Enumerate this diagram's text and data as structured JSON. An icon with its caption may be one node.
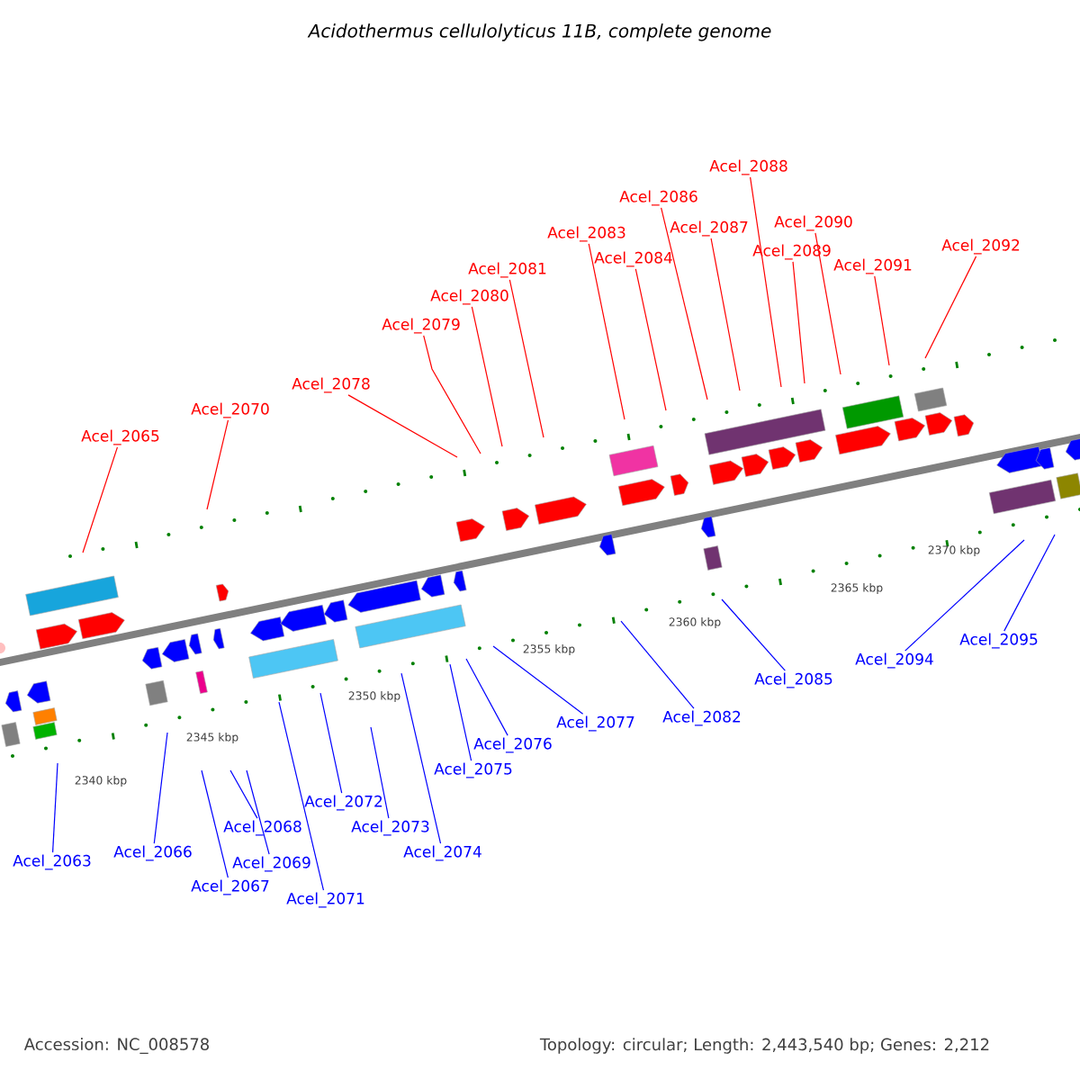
{
  "diagram": {
    "title": "Acidothermus cellulolyticus 11B, complete genome",
    "nodes": [
      {
        "text": [
          "Acel_2065"
        ]
      },
      {
        "text": [
          "Acel_2070"
        ]
      },
      {
        "text": [
          "Acel_2078"
        ]
      },
      {
        "text": [
          "Acel_2079"
        ]
      },
      {
        "text": [
          "Acel_2080"
        ]
      },
      {
        "text": [
          "Acel_2081"
        ]
      },
      {
        "text": [
          "Acel_2083"
        ]
      },
      {
        "text": [
          "Acel_2084"
        ]
      },
      {
        "text": [
          "Acel_2086"
        ]
      },
      {
        "text": [
          "Acel_2087"
        ]
      },
      {
        "text": [
          "Acel_2088"
        ]
      },
      {
        "text": [
          "Acel_2089"
        ]
      },
      {
        "text": [
          "Acel_2090"
        ]
      },
      {
        "text": [
          "Acel_2091"
        ]
      },
      {
        "text": [
          "Acel_2092"
        ]
      },
      {
        "text": [
          "Acel_2063"
        ]
      },
      {
        "text": [
          "Acel_2066"
        ]
      },
      {
        "text": [
          "Acel_2067"
        ]
      },
      {
        "text": [
          "Acel_2068"
        ]
      },
      {
        "text": [
          "Acel_2069"
        ]
      },
      {
        "text": [
          "Acel_2071"
        ]
      },
      {
        "text": [
          "Acel_2072"
        ]
      },
      {
        "text": [
          "Acel_2073"
        ]
      },
      {
        "text": [
          "Acel_2074"
        ]
      },
      {
        "text": [
          "Acel_2075"
        ]
      },
      {
        "text": [
          "Acel_2076"
        ]
      },
      {
        "text": [
          "Acel_2077"
        ]
      },
      {
        "text": [
          "Acel_2082"
        ]
      },
      {
        "text": [
          "Acel_2085"
        ]
      },
      {
        "text": [
          "Acel_2094"
        ]
      },
      {
        "text": [
          "Acel_2095"
        ]
      }
    ],
    "edges": [
      {
        "from": 0,
        "to": null,
        "arrow": "none",
        "color": "#ff0000"
      },
      {
        "from": 1,
        "to": null,
        "arrow": "none",
        "color": "#ff0000"
      },
      {
        "from": 2,
        "to": null,
        "arrow": "none",
        "color": "#ff0000"
      },
      {
        "from": 3,
        "to": null,
        "arrow": "none",
        "color": "#ff0000"
      },
      {
        "from": 4,
        "to": null,
        "arrow": "none",
        "color": "#ff0000"
      },
      {
        "from": 5,
        "to": null,
        "arrow": "none",
        "color": "#ff0000"
      },
      {
        "from": 6,
        "to": null,
        "arrow": "none",
        "color": "#ff0000"
      },
      {
        "from": 7,
        "to": null,
        "arrow": "none",
        "color": "#ff0000"
      },
      {
        "from": 8,
        "to": null,
        "arrow": "none",
        "color": "#ff0000"
      },
      {
        "from": 9,
        "to": null,
        "arrow": "none",
        "color": "#ff0000"
      },
      {
        "from": 10,
        "to": null,
        "arrow": "none",
        "color": "#ff0000"
      },
      {
        "from": 11,
        "to": null,
        "arrow": "none",
        "color": "#ff0000"
      },
      {
        "from": 12,
        "to": null,
        "arrow": "none",
        "color": "#ff0000"
      },
      {
        "from": 13,
        "to": null,
        "arrow": "none",
        "color": "#ff0000"
      },
      {
        "from": 14,
        "to": null,
        "arrow": "none",
        "color": "#ff0000"
      },
      {
        "from": 15,
        "to": null,
        "arrow": "none"
      },
      {
        "from": 16,
        "to": null,
        "arrow": "none"
      },
      {
        "from": 17,
        "to": null,
        "arrow": "none"
      },
      {
        "from": 18,
        "to": null,
        "arrow": "none"
      },
      {
        "from": 19,
        "to": null,
        "arrow": "none"
      },
      {
        "from": 20,
        "to": null,
        "arrow": "none"
      },
      {
        "from": 21,
        "to": null,
        "arrow": "none"
      },
      {
        "from": 22,
        "to": null,
        "arrow": "none"
      },
      {
        "from": 23,
        "to": null,
        "arrow": "none"
      },
      {
        "from": 24,
        "to": null,
        "arrow": "none"
      },
      {
        "from": 25,
        "to": null,
        "arrow": "none"
      },
      {
        "from": 26,
        "to": null,
        "arrow": "none"
      },
      {
        "from": 27,
        "to": null,
        "arrow": "none"
      },
      {
        "from": 28,
        "to": null,
        "arrow": "none"
      },
      {
        "from": 29,
        "to": null,
        "arrow": "none"
      },
      {
        "from": 30,
        "to": null,
        "arrow": "none"
      }
    ],
    "labels": [
      "2340 kbp",
      "2345 kbp",
      "2350 kbp",
      "2355 kbp",
      "2360 kbp",
      "2365 kbp",
      "2370 kbp",
      "Accession: NC_008578",
      "Topology: circular; Length: 2,443,540 bp; Genes: 2,212"
    ]
  }
}
